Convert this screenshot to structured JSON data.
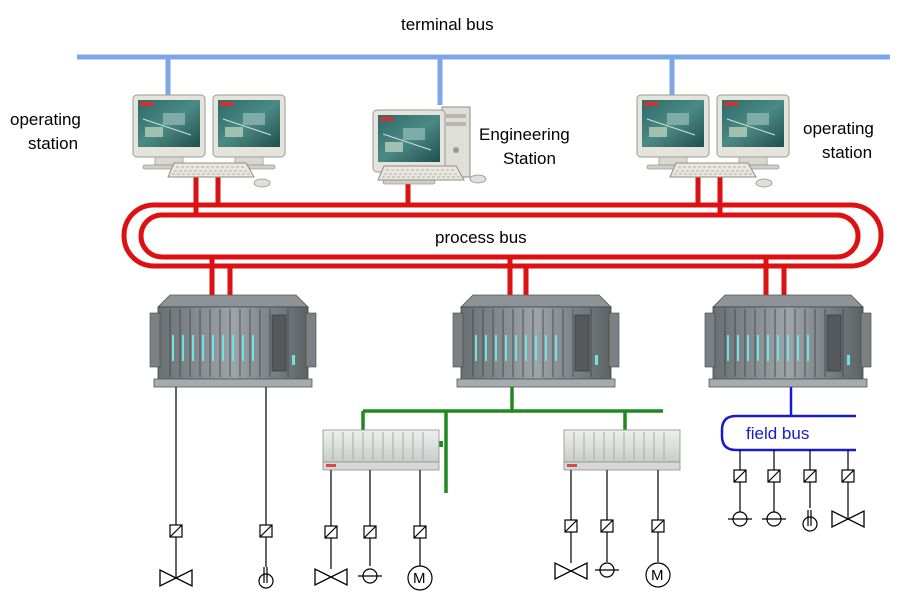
{
  "labels": {
    "terminal_bus": "terminal bus",
    "operating_station_left_1": "operating",
    "operating_station_left_2": "station",
    "engineering_station_1": "Engineering",
    "engineering_station_2": "Station",
    "operating_station_right_1": "operating",
    "operating_station_right_2": "station",
    "process_bus": "process bus",
    "field_bus": "field bus",
    "motor_symbol": "M"
  },
  "colors": {
    "terminal_bus": "#7ea6e6",
    "process_bus": "#dd1111",
    "profibus_dp": "#1e8a1e",
    "field_bus": "#1a1acc",
    "field_wire": "#000000"
  }
}
